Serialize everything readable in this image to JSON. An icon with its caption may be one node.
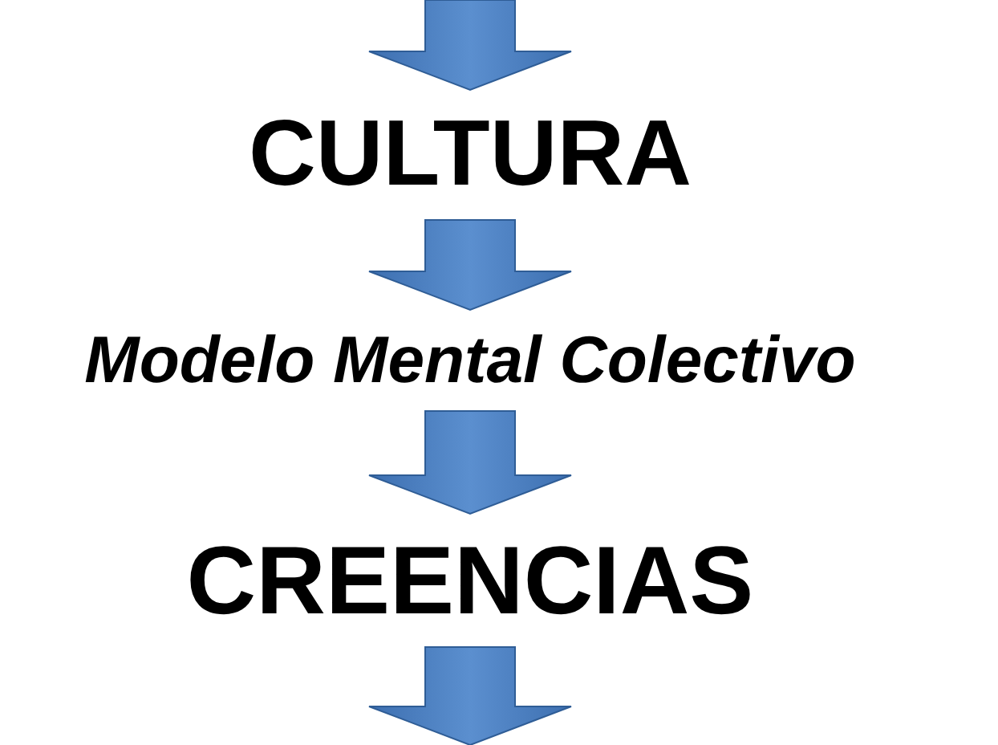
{
  "diagram": {
    "nodes": [
      {
        "text": [
          "CULTURA"
        ]
      },
      {
        "text": [
          "Modelo Mental Colectivo"
        ]
      },
      {
        "text": [
          "CREENCIAS"
        ]
      }
    ],
    "edges": [
      {
        "from": null,
        "to": 0,
        "arrow": "to"
      },
      {
        "from": 0,
        "to": 1,
        "arrow": "to"
      },
      {
        "from": 1,
        "to": 2,
        "arrow": "to"
      },
      {
        "from": 2,
        "to": null,
        "arrow": "to"
      }
    ]
  }
}
